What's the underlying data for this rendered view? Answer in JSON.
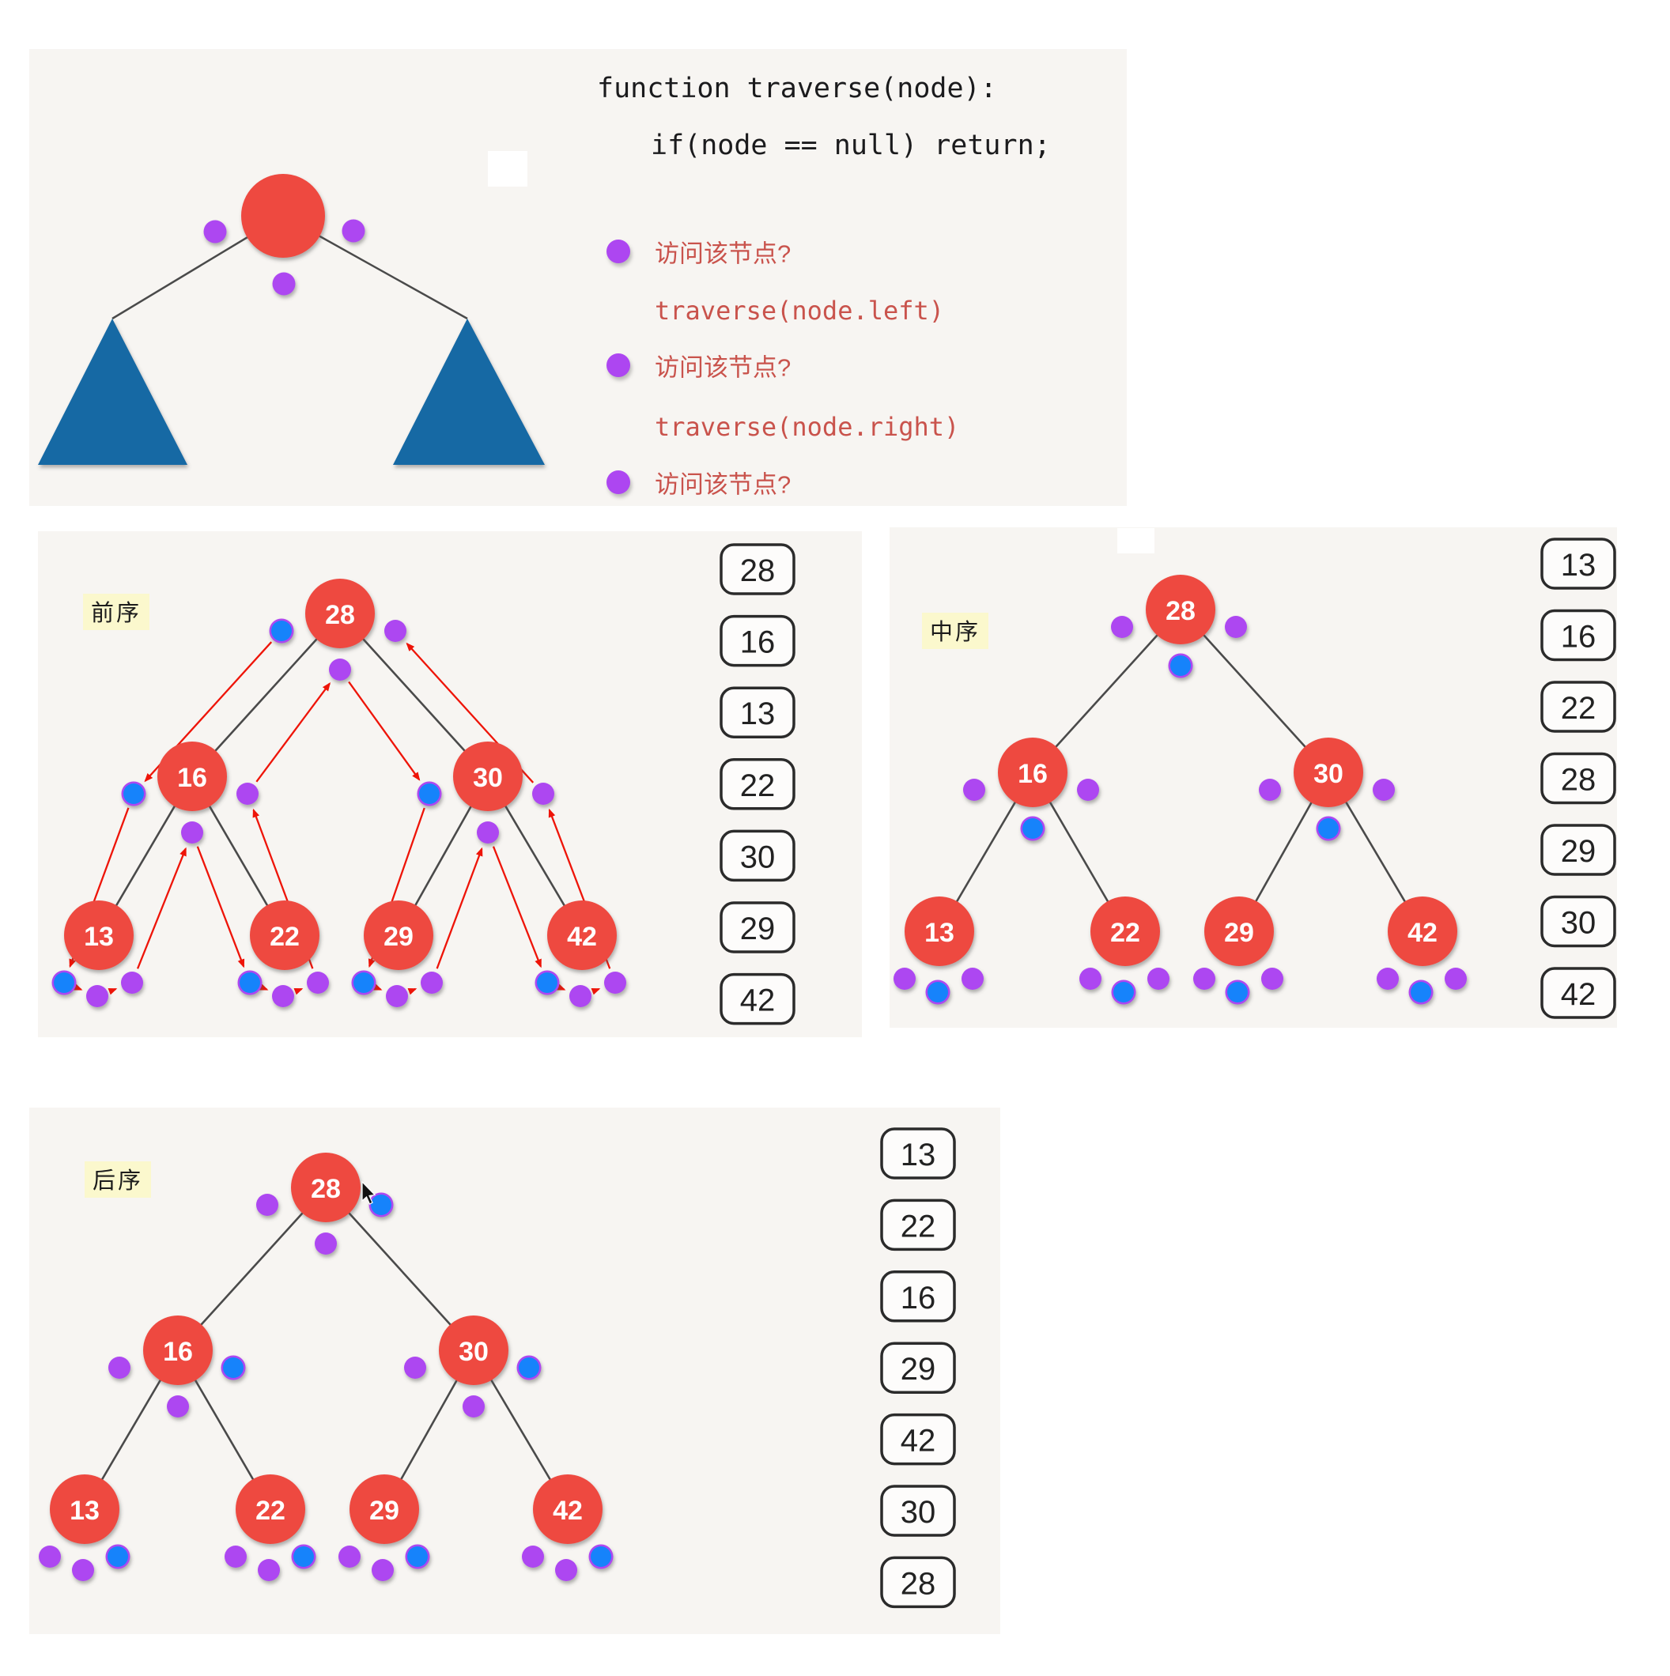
{
  "intro": {
    "code_line1": "function traverse(node):",
    "code_line2": "if(node == null) return;",
    "bullets": [
      {
        "kind": "question",
        "text": "访问该节点?"
      },
      {
        "kind": "code",
        "text": "traverse(node.left)"
      },
      {
        "kind": "question",
        "text": "访问该节点?"
      },
      {
        "kind": "code",
        "text": "traverse(node.right)"
      },
      {
        "kind": "question",
        "text": "访问该节点?"
      }
    ]
  },
  "tree_values": {
    "n28": "28",
    "n16": "16",
    "n30": "30",
    "n13": "13",
    "n22": "22",
    "n29": "29",
    "n42": "42"
  },
  "panels": [
    {
      "id": "preorder",
      "label": "前序",
      "visit_position": "left",
      "show_arrows": true,
      "has_cursor": false,
      "output": [
        "28",
        "16",
        "13",
        "22",
        "30",
        "29",
        "42"
      ]
    },
    {
      "id": "inorder",
      "label": "中序",
      "visit_position": "below",
      "show_arrows": false,
      "has_cursor": false,
      "output": [
        "13",
        "16",
        "22",
        "28",
        "29",
        "30",
        "42"
      ]
    },
    {
      "id": "postorder",
      "label": "后序",
      "visit_position": "right",
      "show_arrows": false,
      "has_cursor": true,
      "output": [
        "13",
        "22",
        "16",
        "29",
        "42",
        "30",
        "28"
      ]
    }
  ],
  "colors": {
    "node_red": "#ee4a41",
    "dot_purple": "#ad46f1",
    "dot_blue": "#1683fb",
    "arrow_red": "#ee1408",
    "edge_gray": "#4a4a4a",
    "triangle_blue": "#1369a4",
    "panel_bg": "#f7f5f2",
    "badge_bg": "#fbf8cd",
    "badge_text": "#1c1c1c",
    "accent_text": "#c9534c",
    "code_text": "#1b1b1d",
    "box_border": "#2b2b2b",
    "box_fill": "#fdfcfb",
    "box_text": "#222222",
    "node_label": "#ffffff"
  }
}
